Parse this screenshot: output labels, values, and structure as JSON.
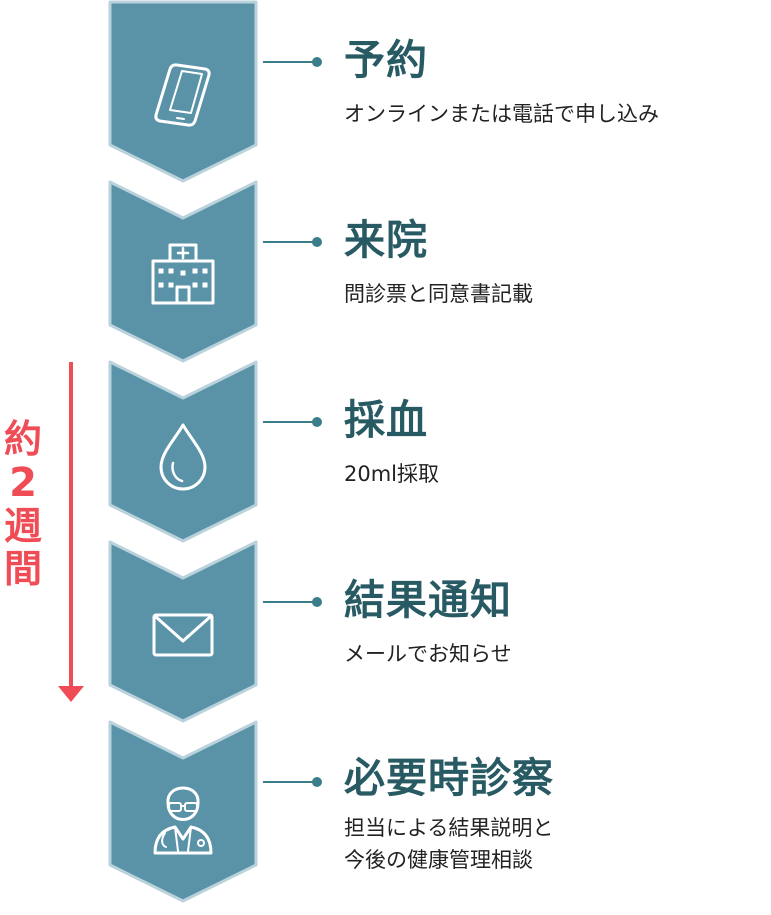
{
  "colors": {
    "chevron_fill": "#5a93a8",
    "chevron_stroke": "#b9d2dc",
    "connector": "#3a7e8c",
    "title": "#285a64",
    "duration": "#ef4c56"
  },
  "steps": [
    {
      "icon": "smartphone-icon",
      "title": "予約",
      "desc": [
        "オンラインまたは電話で申し込み"
      ]
    },
    {
      "icon": "hospital-icon",
      "title": "来院",
      "desc": [
        "問診票と同意書記載"
      ]
    },
    {
      "icon": "blood-drop-icon",
      "title": "採血",
      "desc": [
        "20ml採取"
      ]
    },
    {
      "icon": "envelope-icon",
      "title": "結果通知",
      "desc": [
        "メールでお知らせ"
      ]
    },
    {
      "icon": "doctor-icon",
      "title": "必要時診察",
      "desc": [
        "担当による結果説明と",
        "今後の健康管理相談"
      ]
    }
  ],
  "duration": {
    "chars": [
      "約",
      "2",
      "週",
      "間"
    ]
  }
}
